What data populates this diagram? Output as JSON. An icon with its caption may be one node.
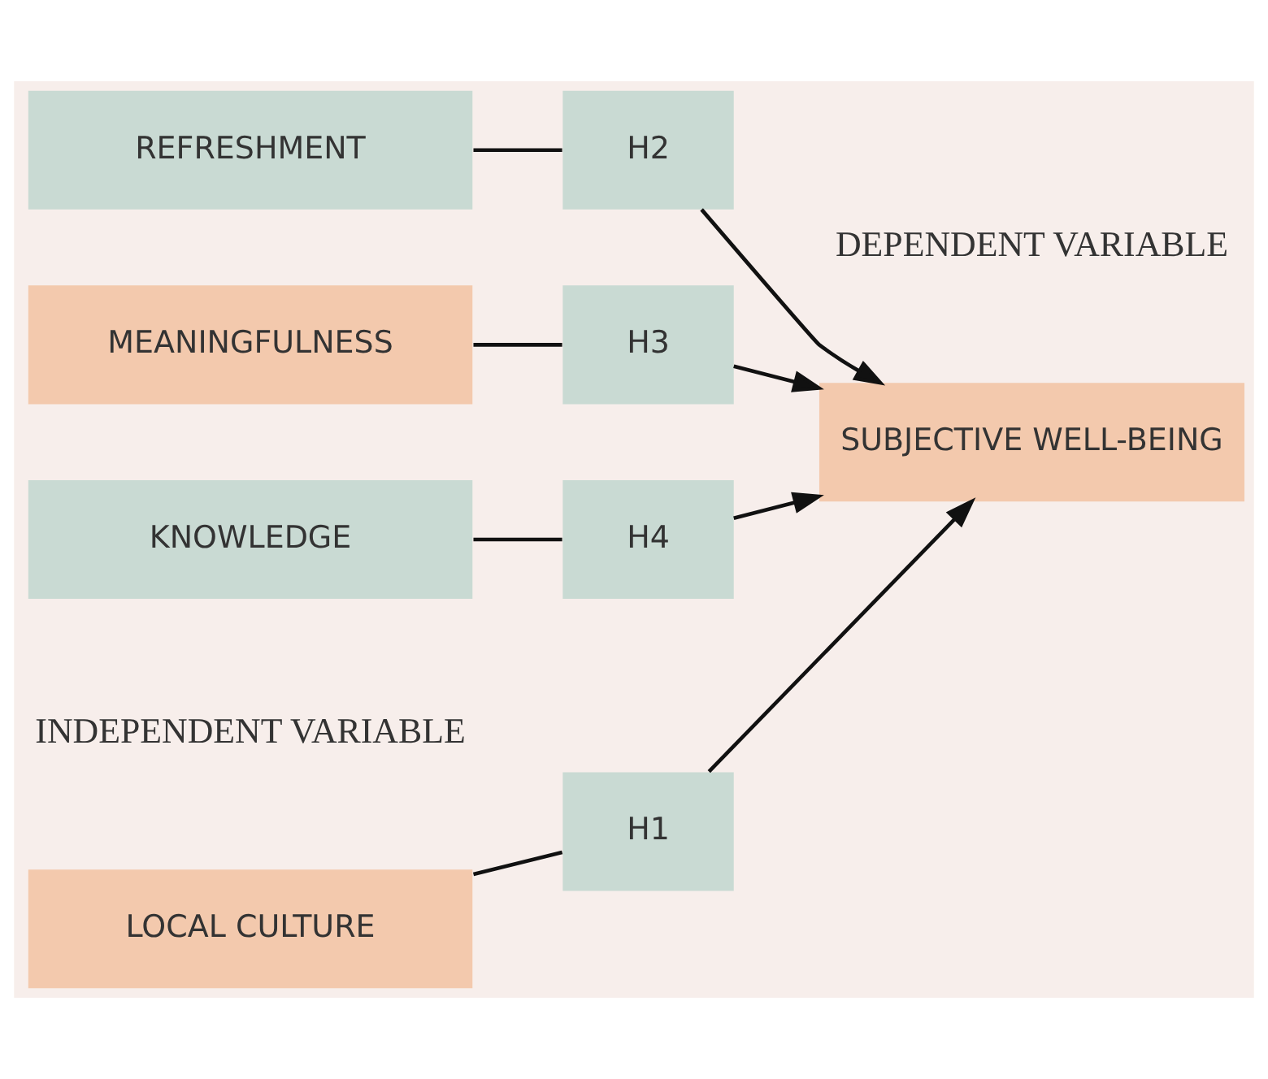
{
  "diagram": {
    "nodes": [
      {
        "text": [
          "LOCAL CULTURE"
        ]
      },
      {
        "text": [
          "H1"
        ]
      },
      {
        "text": [
          "REFRESHMENT"
        ]
      },
      {
        "text": [
          "H2"
        ]
      },
      {
        "text": [
          "MEANINGFULNESS"
        ]
      },
      {
        "text": [
          "H3"
        ]
      },
      {
        "text": [
          "KNOWLEDGE"
        ]
      },
      {
        "text": [
          "H4"
        ]
      },
      {
        "text": [
          "SUBJECTIVE WELL-BEING"
        ]
      }
    ],
    "edges": [
      {
        "from": 0,
        "to": 1,
        "arrow": "none"
      },
      {
        "from": 1,
        "to": 8,
        "arrow": "to"
      },
      {
        "from": 2,
        "to": 3,
        "arrow": "none"
      },
      {
        "from": 3,
        "to": 8,
        "arrow": "to"
      },
      {
        "from": 4,
        "to": 5,
        "arrow": "none"
      },
      {
        "from": 5,
        "to": 8,
        "arrow": "to"
      },
      {
        "from": 6,
        "to": 7,
        "arrow": "none"
      },
      {
        "from": 7,
        "to": 8,
        "arrow": "to"
      }
    ],
    "labels": [
      "INDEPENDENT VARIABLE",
      "DEPENDENT VARIABLE"
    ]
  }
}
